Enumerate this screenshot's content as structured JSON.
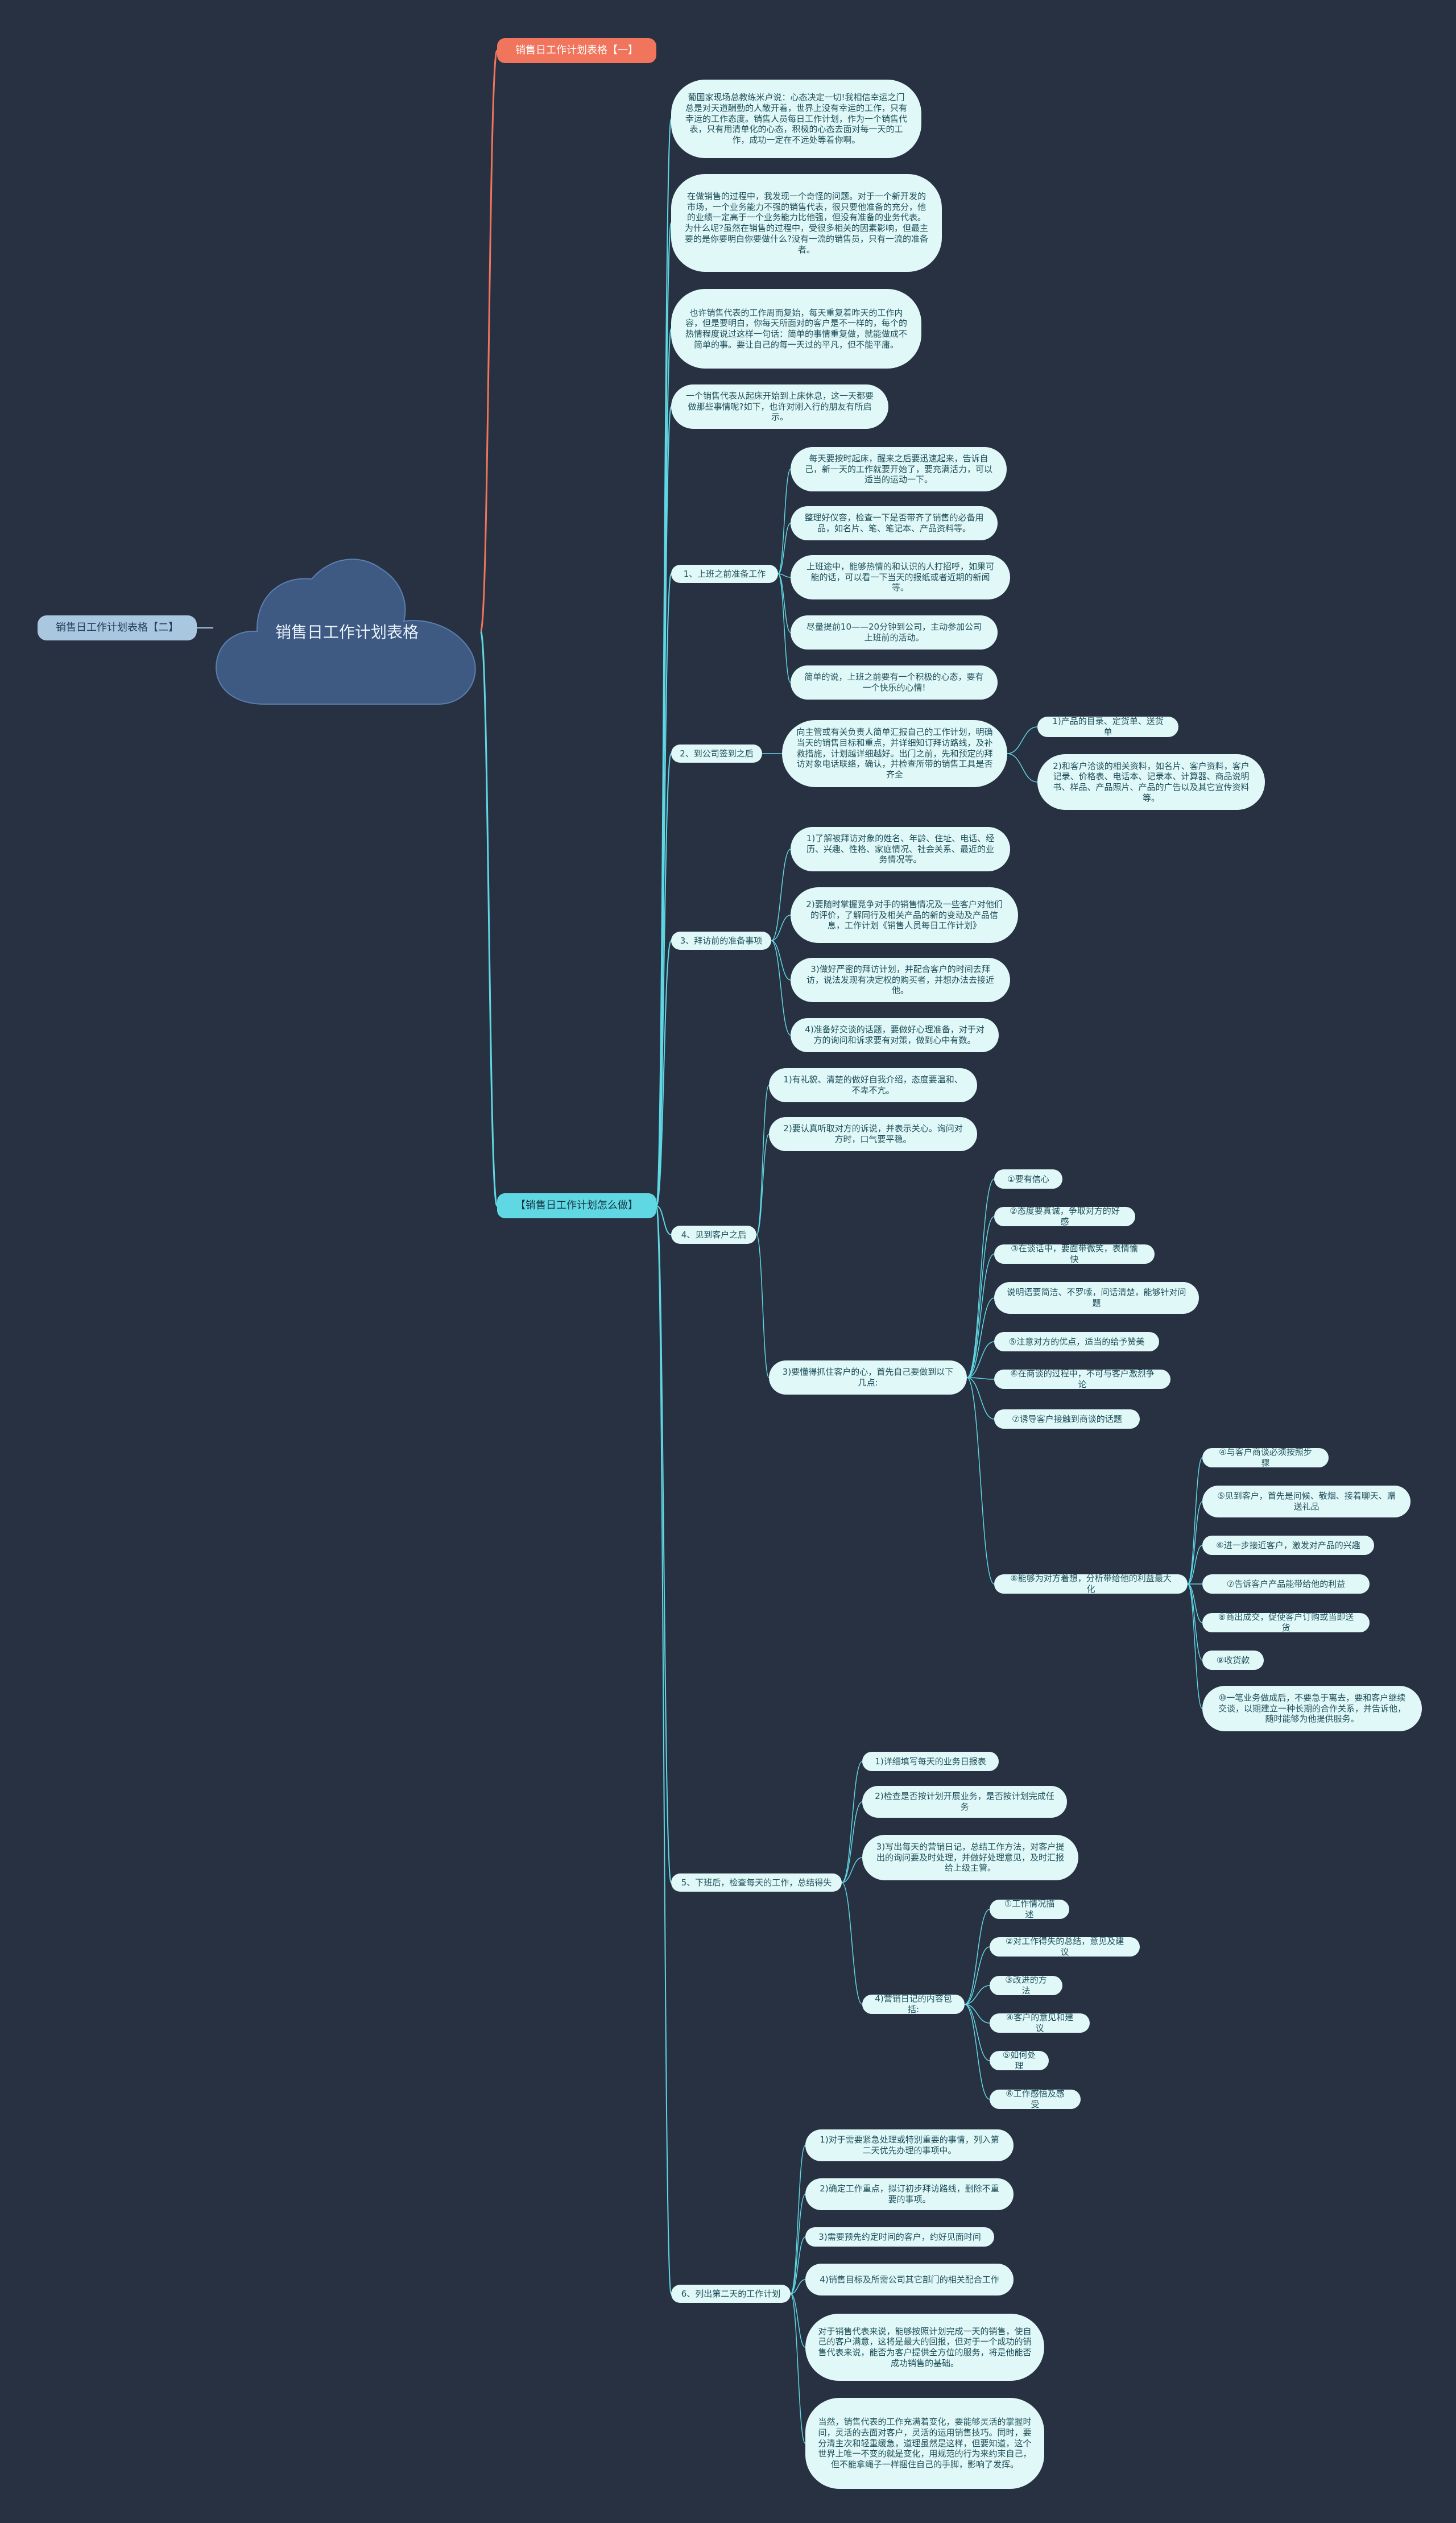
{
  "title": "销售日工作计划表格",
  "side_node": "销售日工作计划表格【二】",
  "branch_top": "销售日工作计划表格【一】",
  "branch_bottom": "【销售日工作计划怎么做】",
  "paragraphs": [
    "葡国家现场总教练米卢说：心态决定一切!我相信幸运之门总是对天道酬勤的人敞开着，世界上没有幸运的工作，只有幸运的工作态度。销售人员每日工作计划，作为一个销售代表，只有用清单化的心态，积极的心态去面对每一天的工作，成功一定在不远处等着你啊。",
    "在做销售的过程中，我发现一个奇怪的问题。对于一个新开发的市场，一个业务能力不强的销售代表，很只要他准备的充分，他的业绩一定高于一个业务能力比他强，但没有准备的业务代表。为什么呢?虽然在销售的过程中，受很多相关的因素影响，但最主要的是你要明白你要做什么?没有一流的销售员，只有一流的准备者。",
    "也许销售代表的工作周而复始，每天重复着昨天的工作内容，但是要明白，你每天所面对的客户是不一样的，每个的热情程度说过这样一句话：简单的事情重复做，就能做成不简单的事。要让自己的每一天过的平凡，但不能平庸。",
    "一个销售代表从起床开始到上床休息，这一天都要做那些事情呢?如下，也许对刚入行的朋友有所启示。"
  ],
  "sections": [
    {
      "label": "1、上班之前准备工作",
      "items": [
        "每天要按时起床，醒来之后要迅速起来，告诉自己，新一天的工作就要开始了，要充满活力，可以适当的运动一下。",
        "整理好仪容，检查一下是否带齐了销售的必备用品，如名片、笔、笔记本、产品资料等。",
        "上班途中，能够热情的和认识的人打招呼，如果可能的话，可以看一下当天的报纸或者近期的新闻等。",
        "尽量提前10——20分钟到公司，主动参加公司上班前的活动。",
        "简单的说，上班之前要有一个积极的心态，要有一个快乐的心情!"
      ]
    },
    {
      "label": "2、到公司签到之后",
      "items": [
        "向主管或有关负责人简单汇报自己的工作计划，明确当天的销售目标和重点，并详细知订拜访路线，及补救措施，计划越详细越好。出门之前，先和预定的拜访对象电话联络，确认，并检查所带的销售工具是否齐全"
      ],
      "subitems": [
        "1)产品的目录、定货单、送货单",
        "2)和客户洽谈的相关资料，如名片、客户资料，客户记录、价格表、电话本、记录本、计算器、商品说明书、样品、产品照片、产品的广告以及其它宣传资料等。"
      ]
    },
    {
      "label": "3、拜访前的准备事项",
      "items": [
        "1)了解被拜访对象的姓名、年龄、住址、电话、经历、兴趣、性格、家庭情况、社会关系、最近的业务情况等。",
        "2)要随时掌握竞争对手的销售情况及一些客户对他们的评价，了解同行及相关产品的新的变动及产品信息，工作计划《销售人员每日工作计划》",
        "3)做好严密的拜访计划，并配合客户的时间去拜访，说法发现有决定权的购买者，并想办法去接近他。",
        "4)准备好交谈的话题，要做好心理准备，对于对方的询问和诉求要有对策，做到心中有数。"
      ]
    },
    {
      "label": "4、见到客户之后",
      "items": [
        "1)有礼貌、清楚的做好自我介绍，态度要温和、不卑不亢。",
        "2)要认真听取对方的诉说，并表示关心。询问对方时，口气要平稳。"
      ],
      "item3": "3)要懂得抓住客户的心，首先自己要做到以下几点:",
      "points": [
        "①要有信心",
        "②态度要真诚，争取对方的好感",
        "③在谈话中，要面带微笑，表情愉快",
        "说明语要简洁、不罗嗦，问话清楚，能够针对问题",
        "⑤注意对方的优点，适当的给予赞美",
        "⑥在商谈的过程中，不可与客户激烈争论",
        "⑦诱导客户接触到商谈的话题"
      ],
      "point8": "⑧能够为对方着想，分析带给他的利益最大化",
      "deep": [
        "④与客户商谈必须按照步骤",
        "⑤见到客户，首先是问候、敬烟、接着聊天、赠送礼品",
        "⑥进一步接近客户，激发对产品的兴趣",
        "⑦告诉客户产品能带给他的利益",
        "⑧商出成交，促使客户订购或当即送货",
        "⑨收货款",
        "⑩一笔业务做成后，不要急于离去，要和客户继续交谈，以期建立一种长期的合作关系，并告诉他，随时能够为他提供服务。"
      ]
    },
    {
      "label": "5、下班后，检查每天的工作，总结得失",
      "items": [
        "1)详细填写每天的业务日报表",
        "2)检查是否按计划开展业务，是否按计划完成任务",
        "3)写出每天的营销日记，总结工作方法，对客户提出的询问要及时处理，并做好处理意见，及时汇报给上级主管。"
      ],
      "item4": "4)营销日记的内容包括:",
      "points": [
        "①工作情况描述",
        "②对工作得失的总结，意见及建议",
        "③改进的方法",
        "④客户的意见和建议",
        "⑤如何处理",
        "⑥工作感悟及感受"
      ]
    },
    {
      "label": "6、列出第二天的工作计划",
      "items": [
        "1)对于需要紧急处理或特别重要的事情，列入第二天优先办理的事项中。",
        "2)确定工作重点，拟订初步拜访路线，删除不重要的事项。",
        "3)需要预先约定时间的客户，约好见面时间",
        "4)销售目标及所需公司其它部门的相关配合工作",
        "对于销售代表来说，能够按照计划完成一天的销售，使自己的客户满意，这将是最大的回报，但对于一个成功的销售代表来说，能否为客户提供全方位的服务，将是他能否成功销售的基础。",
        "当然，销售代表的工作充满着变化，要能够灵活的掌握时间，灵活的去面对客户，灵活的运用销售技巧。同时，要分清主次和轻重缓急，道理虽然是这样，但要知道，这个世界上唯一不变的就是变化，用规范的行为来约束自己，但不能拿绳子一样捆住自己的手脚，影响了发挥。"
      ]
    }
  ],
  "colors": {
    "background": "#283142",
    "cloud": "#3e5a82",
    "orange": "#f0755c",
    "cyan": "#5fd8e4",
    "leaf": "#e0f8f8"
  }
}
